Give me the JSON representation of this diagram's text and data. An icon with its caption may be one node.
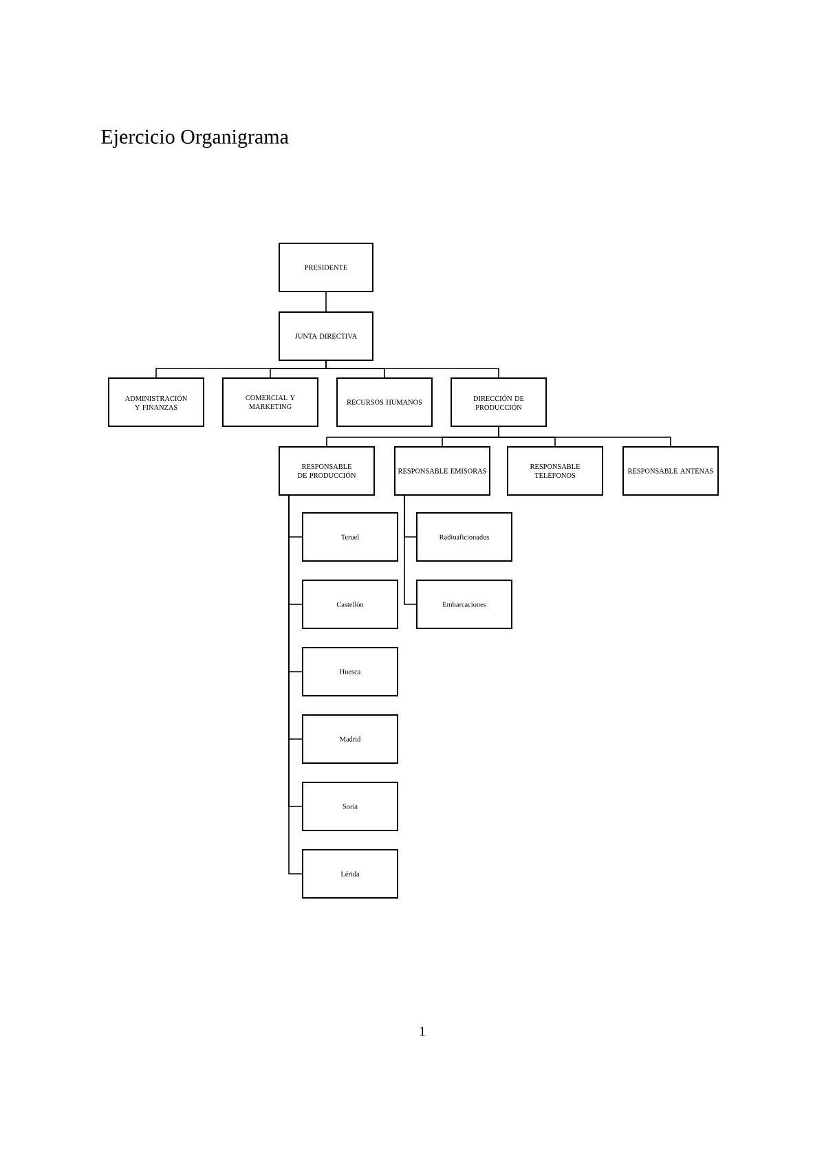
{
  "diagram": {
    "title": "Ejercicio Organigrama",
    "nodes": [
      {
        "text": [
          "PRESIDENTE"
        ]
      },
      {
        "text": [
          "JUNTA DIRECTIVA"
        ]
      },
      {
        "text": [
          "ADMINISTRACIÓN Y FINANZAS"
        ]
      },
      {
        "text": [
          "COMERCIAL Y MARKETING"
        ]
      },
      {
        "text": [
          "RECURSOS HUMANOS"
        ]
      },
      {
        "text": [
          "DIRECCIÓN DE PRODUCCIÓN"
        ]
      },
      {
        "text": [
          "RESPONSABLE DE PRODUCCIÓN"
        ]
      },
      {
        "text": [
          "RESPONSABLE EMISORAS"
        ]
      },
      {
        "text": [
          "RESPONSABLE TELÉFONOS"
        ]
      },
      {
        "text": [
          "RESPONSABLE ANTENAS"
        ]
      },
      {
        "text": [
          "Teruel"
        ]
      },
      {
        "text": [
          "Radioaficionados"
        ]
      },
      {
        "text": [
          "Castellón"
        ]
      },
      {
        "text": [
          "Embarcaciones"
        ]
      },
      {
        "text": [
          "Huesca"
        ]
      },
      {
        "text": [
          "Madrid"
        ]
      },
      {
        "text": [
          "Soria"
        ]
      },
      {
        "text": [
          "Lérida"
        ]
      }
    ],
    "edges": [
      {
        "from": 0,
        "to": 1,
        "arrow": "none"
      },
      {
        "from": 1,
        "to": 2,
        "arrow": "none"
      },
      {
        "from": 1,
        "to": 3,
        "arrow": "none"
      },
      {
        "from": 1,
        "to": 4,
        "arrow": "none"
      },
      {
        "from": 1,
        "to": 5,
        "arrow": "none"
      },
      {
        "from": 5,
        "to": 6,
        "arrow": "none"
      },
      {
        "from": 5,
        "to": 7,
        "arrow": "none"
      },
      {
        "from": 5,
        "to": 8,
        "arrow": "none"
      },
      {
        "from": 5,
        "to": 9,
        "arrow": "none"
      },
      {
        "from": 6,
        "to": 10,
        "arrow": "none"
      },
      {
        "from": 6,
        "to": 12,
        "arrow": "none"
      },
      {
        "from": 6,
        "to": 14,
        "arrow": "none"
      },
      {
        "from": 6,
        "to": 15,
        "arrow": "none"
      },
      {
        "from": 6,
        "to": 16,
        "arrow": "none"
      },
      {
        "from": 6,
        "to": 17,
        "arrow": "none"
      },
      {
        "from": 7,
        "to": 11,
        "arrow": "none"
      },
      {
        "from": 7,
        "to": 13,
        "arrow": "none"
      }
    ],
    "labels": [
      "1"
    ]
  }
}
